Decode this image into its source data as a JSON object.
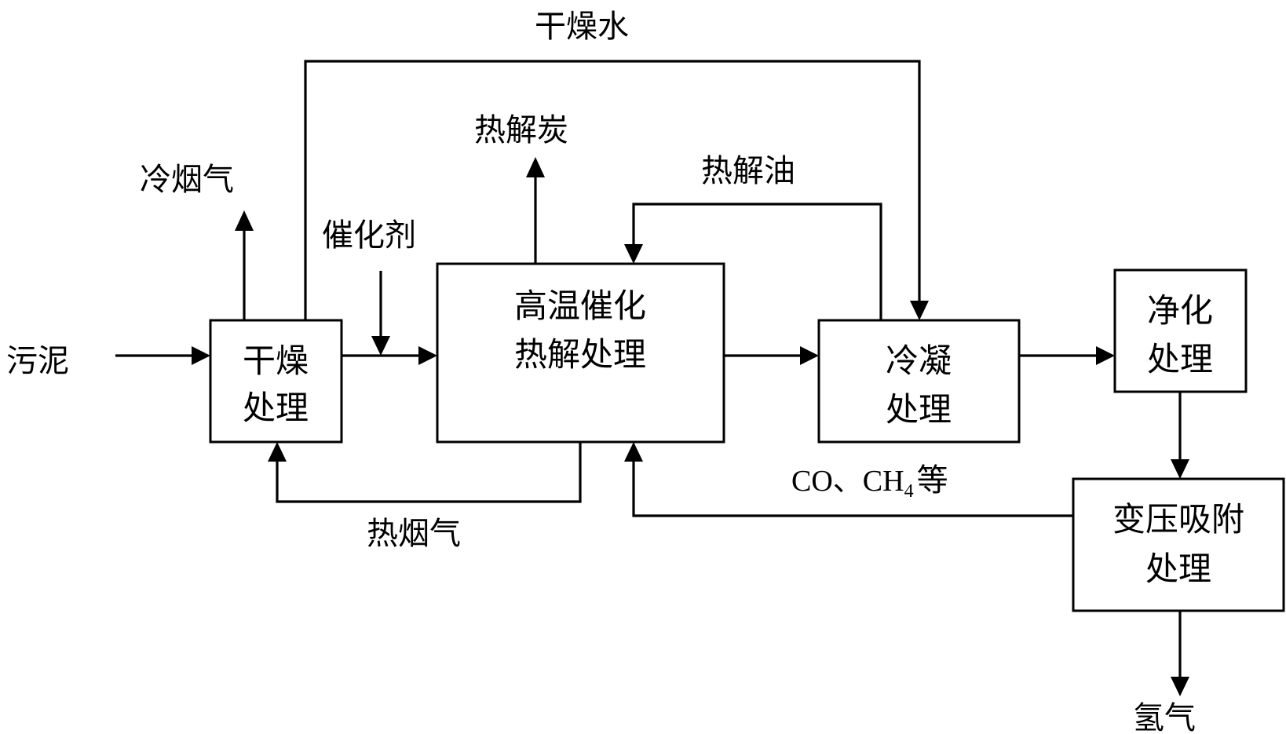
{
  "diagram": {
    "boxes": {
      "drying": [
        "干燥",
        "处理"
      ],
      "pyrolysis": [
        "高温催化",
        "热解处理"
      ],
      "condense": [
        "冷凝",
        "处理"
      ],
      "purify": [
        "净化",
        "处理"
      ],
      "psa": [
        "变压吸附",
        "处理"
      ]
    },
    "labels": {
      "sludge": "污泥",
      "cold_flue_gas": "冷烟气",
      "catalyst": "催化剂",
      "pyrolysis_char": "热解炭",
      "dry_water": "干燥水",
      "pyrolysis_oil": "热解油",
      "hot_flue_gas": "热烟气",
      "gas_prefix": "CO、CH",
      "gas_subscript": "4",
      "gas_suffix": "等",
      "hydrogen": "氢气"
    }
  }
}
